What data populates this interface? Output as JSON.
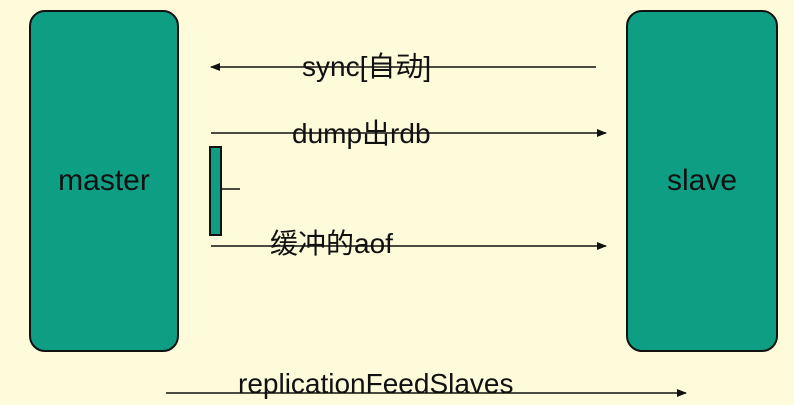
{
  "nodes": {
    "master": "master",
    "slave": "slave"
  },
  "edges": {
    "sync": "sync[自动]",
    "dump": "dump出rdb",
    "aof": "缓冲的aof",
    "replication": "replicationFeedSlaves"
  },
  "colors": {
    "background": "#fdfbd9",
    "box_fill": "#0e9e84",
    "stroke": "#111111"
  }
}
